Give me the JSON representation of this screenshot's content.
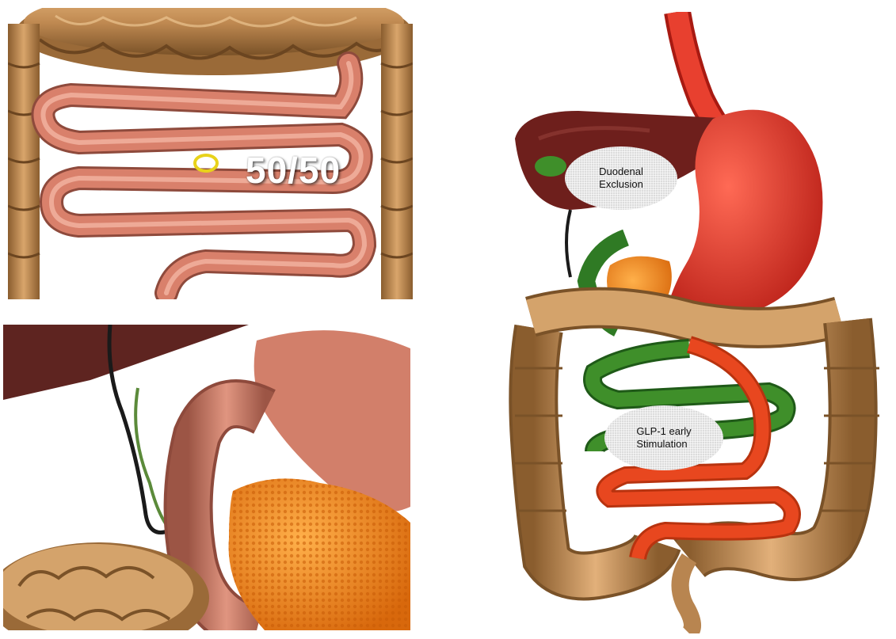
{
  "panels": {
    "top_left": {
      "ratio_label": "50/50",
      "description_icon": "small-intestine-loops-illustration"
    },
    "bottom_left": {
      "description_icon": "duodenum-pancreas-illustration"
    },
    "right": {
      "bubble_duodenal": {
        "line1": "Duodenal",
        "line2": "Exclusion"
      },
      "bubble_glp1": {
        "line1": "GLP-1 early",
        "line2": "Stimulation"
      },
      "description_icon": "gastrointestinal-tract-illustration"
    }
  },
  "colors": {
    "colon": "#c9935a",
    "intestine": "#d9806b",
    "stomach": "#e2352a",
    "liver": "#6e1f1c",
    "gallbladder": "#3f8f2a",
    "pancreas": "#f08a1a",
    "bypassed_limb": "#2f7a24",
    "alimentary_limb": "#e8471f",
    "marker": "#e8d21a"
  }
}
